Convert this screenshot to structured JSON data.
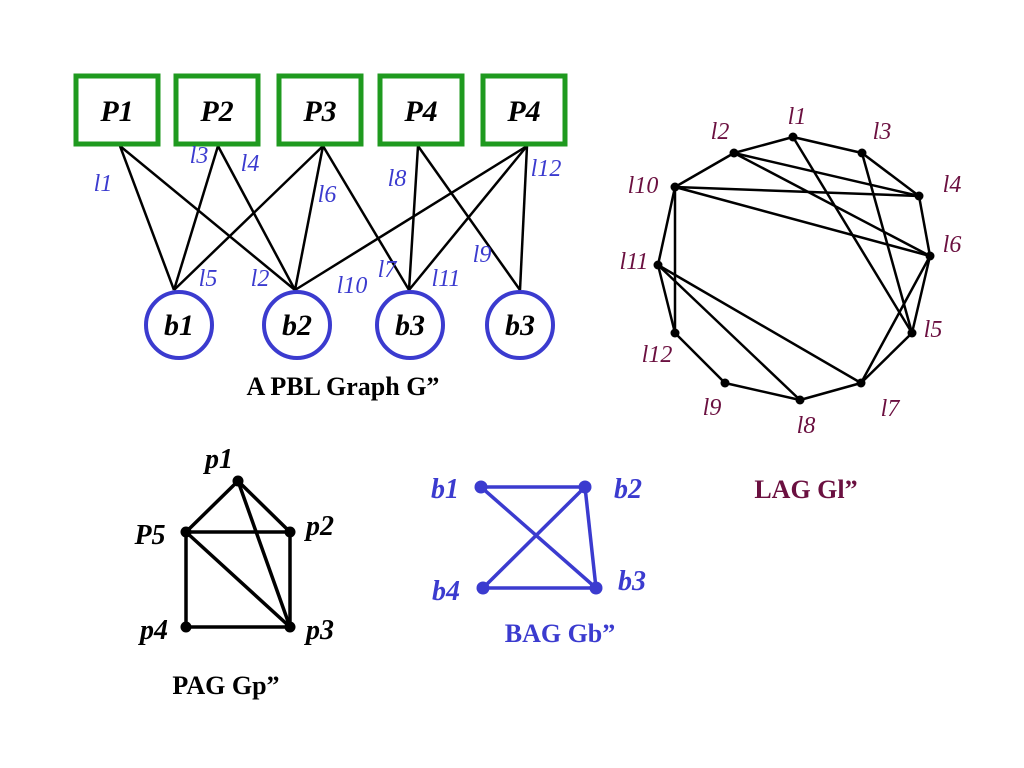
{
  "colors": {
    "pbl_box": "#1f9a1f",
    "pbl_circle": "#3b3bcf",
    "pbl_edge_label": "#3b3bcf",
    "lag_label": "#6b1040",
    "bag": "#3b3bcf",
    "edge": "#000000"
  },
  "pbl": {
    "caption": "A PBL Graph G”",
    "top_nodes": [
      "P1",
      "P2",
      "P3",
      "P4",
      "P4"
    ],
    "bottom_nodes": [
      "b1",
      "b2",
      "b3",
      "b3"
    ],
    "edges": [
      {
        "from": 0,
        "to": 0
      },
      {
        "from": 0,
        "to": 1
      },
      {
        "from": 1,
        "to": 0
      },
      {
        "from": 1,
        "to": 1
      },
      {
        "from": 2,
        "to": 0
      },
      {
        "from": 2,
        "to": 1
      },
      {
        "from": 2,
        "to": 2
      },
      {
        "from": 3,
        "to": 2
      },
      {
        "from": 3,
        "to": 3
      },
      {
        "from": 4,
        "to": 1
      },
      {
        "from": 4,
        "to": 2
      },
      {
        "from": 4,
        "to": 3
      }
    ],
    "edge_labels": [
      "l1",
      "l3",
      "l4",
      "l6",
      "l8",
      "l12",
      "l5",
      "l2",
      "l10",
      "l7",
      "l11",
      "l9"
    ]
  },
  "lag": {
    "caption": "LAG Gl”",
    "nodes": [
      "l1",
      "l3",
      "l4",
      "l6",
      "l5",
      "l7",
      "l8",
      "l9",
      "l12",
      "l11",
      "l10",
      "l2"
    ],
    "edges": [
      [
        "l1",
        "l3"
      ],
      [
        "l3",
        "l4"
      ],
      [
        "l4",
        "l6"
      ],
      [
        "l6",
        "l5"
      ],
      [
        "l5",
        "l7"
      ],
      [
        "l7",
        "l8"
      ],
      [
        "l8",
        "l9"
      ],
      [
        "l9",
        "l12"
      ],
      [
        "l12",
        "l11"
      ],
      [
        "l11",
        "l10"
      ],
      [
        "l10",
        "l2"
      ],
      [
        "l2",
        "l1"
      ],
      [
        "l2",
        "l4"
      ],
      [
        "l2",
        "l6"
      ],
      [
        "l10",
        "l4"
      ],
      [
        "l10",
        "l6"
      ],
      [
        "l1",
        "l5"
      ],
      [
        "l3",
        "l5"
      ],
      [
        "l6",
        "l7"
      ],
      [
        "l10",
        "l12"
      ],
      [
        "l11",
        "l7"
      ],
      [
        "l11",
        "l8"
      ]
    ]
  },
  "pag": {
    "caption": "PAG Gp”",
    "nodes": [
      "p1",
      "P5",
      "p2",
      "p4",
      "p3"
    ],
    "edges": [
      [
        "p1",
        "P5"
      ],
      [
        "p1",
        "p2"
      ],
      [
        "p1",
        "p3"
      ],
      [
        "P5",
        "p2"
      ],
      [
        "P5",
        "p3"
      ],
      [
        "P5",
        "p4"
      ],
      [
        "p2",
        "p3"
      ],
      [
        "p4",
        "p3"
      ]
    ]
  },
  "bag": {
    "caption": "BAG Gb”",
    "nodes": [
      "b1",
      "b2",
      "b4",
      "b3"
    ],
    "edges": [
      [
        "b1",
        "b2"
      ],
      [
        "b1",
        "b3"
      ],
      [
        "b2",
        "b4"
      ],
      [
        "b2",
        "b3"
      ],
      [
        "b4",
        "b3"
      ]
    ]
  }
}
